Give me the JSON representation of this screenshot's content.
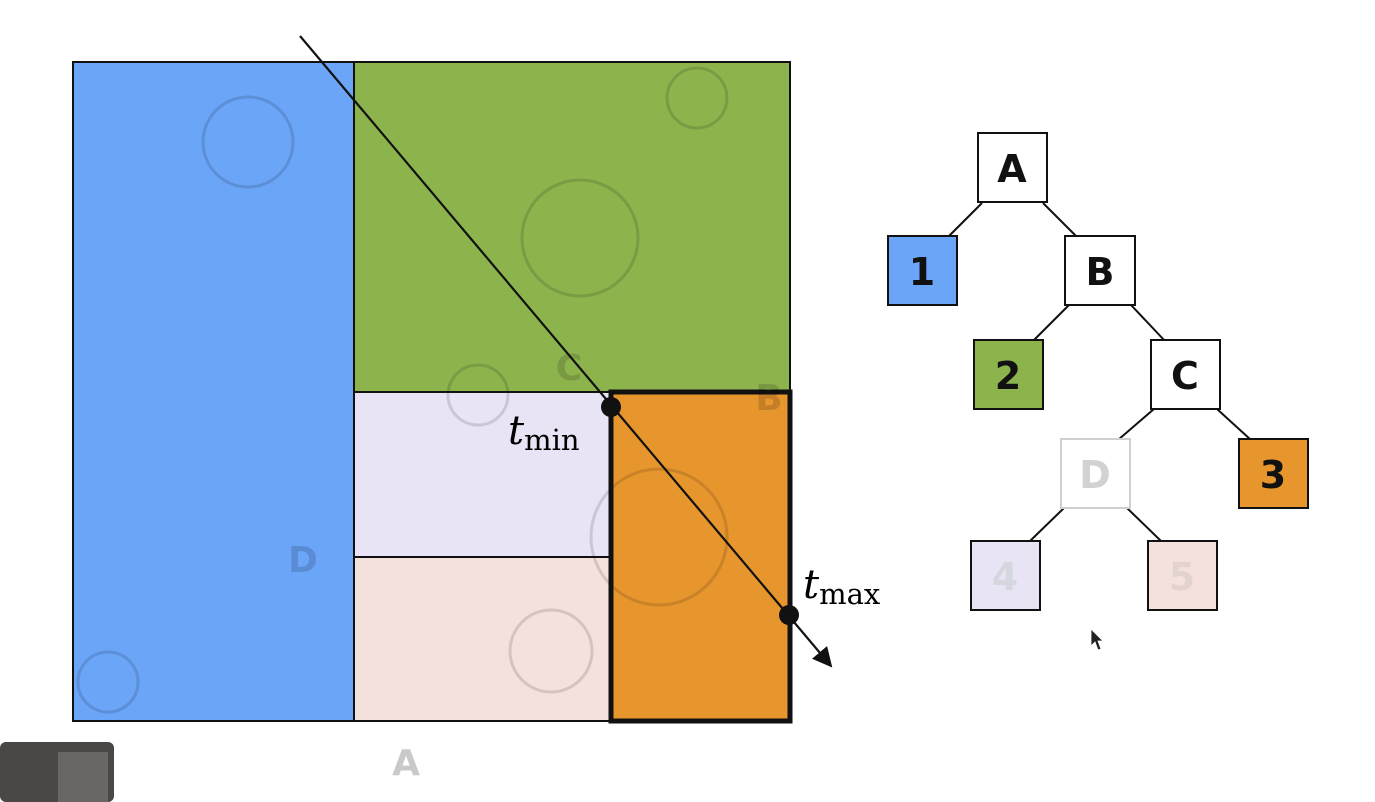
{
  "colors": {
    "region_1": "#6aa5f8",
    "region_2": "#8db34d",
    "region_3": "#e7962d",
    "region_4": "#e8e4f6",
    "region_5": "#f5e1dc",
    "outline": "#111111",
    "ghost_letter": "#c9c9c9",
    "node_white": "#ffffff",
    "node_d_outline": "#cfcfcf"
  },
  "scene": {
    "region_labels": {
      "a": "A",
      "b": "B",
      "c": "C",
      "d": "D"
    },
    "t_min_main": "t",
    "t_min_sub": "min",
    "t_max_main": "t",
    "t_max_sub": "max"
  },
  "tree": {
    "nodes": {
      "a": "A",
      "b": "B",
      "c": "C",
      "d": "D",
      "leaf_1": "1",
      "leaf_2": "2",
      "leaf_3": "3",
      "leaf_4": "4",
      "leaf_5": "5"
    }
  },
  "icons": {
    "cursor": "mouse-pointer-icon"
  }
}
